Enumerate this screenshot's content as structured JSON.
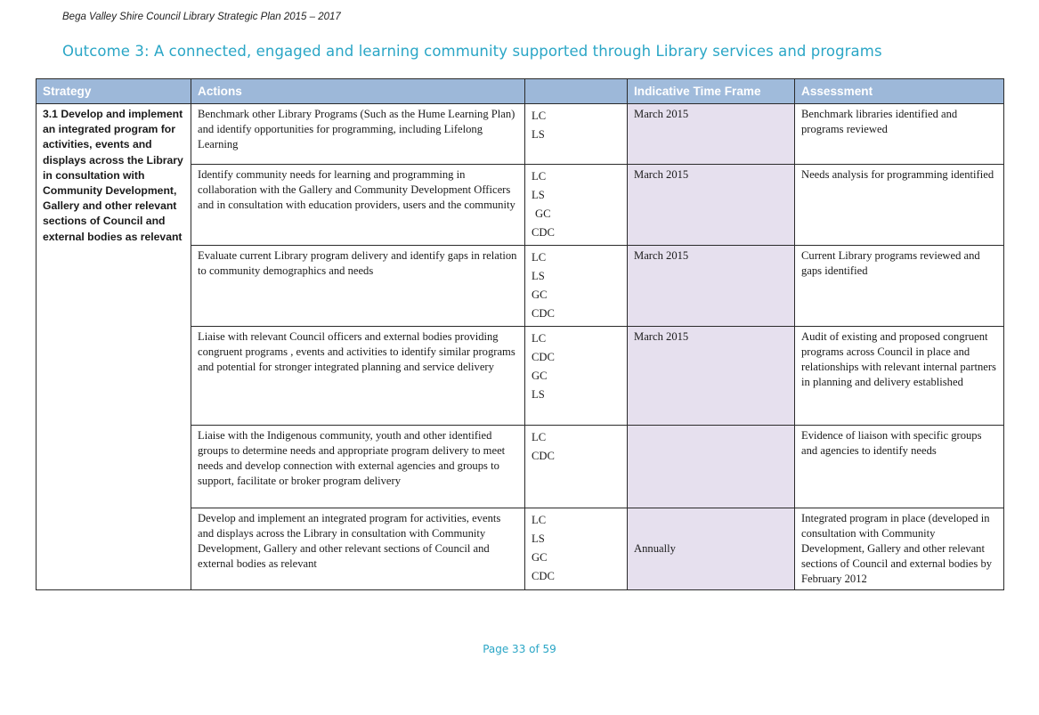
{
  "running_header": "Bega Valley Shire Council Library Strategic Plan 2015 – 2017",
  "outcome_title": "Outcome 3:  A connected, engaged and learning community supported through Library services and programs",
  "table": {
    "headers": {
      "strategy": "Strategy",
      "actions": "Actions",
      "responsibility": "",
      "timeframe": "Indicative Time Frame",
      "assessment": "Assessment"
    },
    "strategy": "3.1 Develop and implement an integrated program for activities, events and displays across the Library  in consultation with Community Development, Gallery and other relevant sections of Council and external bodies as relevant",
    "rows": [
      {
        "action": "Benchmark other Library Programs (Such as the Hume Learning Plan) and identify opportunities for programming, including Lifelong Learning",
        "responsibility": [
          "LC",
          "LS"
        ],
        "timeframe": "March 2015",
        "assessment": "Benchmark libraries identified and programs reviewed"
      },
      {
        "action": "Identify community needs for learning and programming in collaboration with the Gallery and Community Development Officers and in consultation with education providers, users and the community",
        "responsibility": [
          "LC",
          "LS",
          "GC",
          "CDC"
        ],
        "timeframe": "March 2015",
        "assessment": "Needs analysis for programming identified"
      },
      {
        "action": "Evaluate  current Library program delivery and identify gaps in relation to community demographics and needs",
        "responsibility": [
          "LC",
          "LS",
          "GC",
          "CDC"
        ],
        "timeframe": "March 2015",
        "assessment": "Current Library programs reviewed and gaps identified"
      },
      {
        "action": "Liaise with relevant Council officers and external bodies providing congruent programs , events and activities to identify similar programs and potential  for stronger integrated planning and service delivery",
        "responsibility": [
          "LC",
          "CDC",
          "GC",
          "LS"
        ],
        "timeframe": "March 2015",
        "assessment": "Audit of existing and proposed congruent programs across Council in place and relationships with relevant internal partners in planning and delivery established"
      },
      {
        "action": "Liaise with the Indigenous community, youth and other identified groups to determine needs and appropriate program delivery to meet needs and develop connection with external agencies and groups to support, facilitate or broker program delivery",
        "responsibility": [
          "LC",
          "CDC"
        ],
        "timeframe": "",
        "assessment": "Evidence of liaison with specific groups and agencies  to identify needs"
      },
      {
        "action": "Develop and implement an integrated program for activities, events and displays  across the Library in consultation with Community Development, Gallery and other relevant sections of Council and external bodies as relevant",
        "responsibility": [
          "LC",
          "LS",
          "GC",
          "CDC"
        ],
        "timeframe": "Annually",
        "assessment": "Integrated program in place (developed  in consultation with Community Development, Gallery and other relevant sections of Council and external bodies by February 2012"
      }
    ]
  },
  "footer": "Page 33 of 59",
  "colors": {
    "accent": "#2aa6c6",
    "header_fill": "#9db8d9",
    "timeframe_fill": "#e6e0ee"
  }
}
